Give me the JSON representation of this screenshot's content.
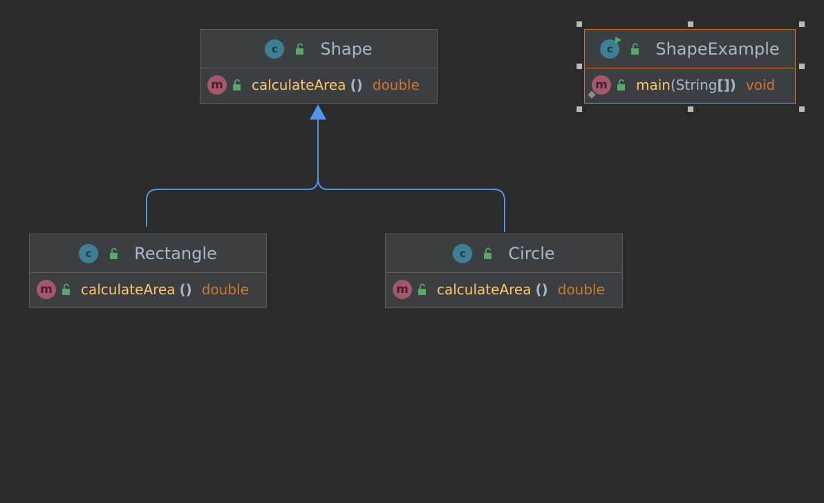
{
  "diagram": {
    "classes": [
      {
        "id": "shape",
        "name": "Shape",
        "icon": "class-icon",
        "methods": [
          {
            "name": "calculateArea",
            "params": "()",
            "return_type": "double"
          }
        ]
      },
      {
        "id": "shape-example",
        "name": "ShapeExample",
        "icon": "runnable-class-icon",
        "selected": true,
        "methods": [
          {
            "name": "main",
            "open": "(",
            "param_type": "String",
            "brackets": "[])",
            "return_type": "void"
          }
        ]
      },
      {
        "id": "rectangle",
        "name": "Rectangle",
        "icon": "class-icon",
        "methods": [
          {
            "name": "calculateArea",
            "params": "()",
            "return_type": "double"
          }
        ]
      },
      {
        "id": "circle",
        "name": "Circle",
        "icon": "class-icon",
        "methods": [
          {
            "name": "calculateArea",
            "params": "()",
            "return_type": "double"
          }
        ]
      }
    ],
    "relationships": [
      {
        "type": "inheritance",
        "from": "rectangle",
        "to": "shape"
      },
      {
        "type": "inheritance",
        "from": "circle",
        "to": "shape"
      }
    ],
    "icons": {
      "class_letter": "c",
      "method_letter": "m"
    },
    "colors": {
      "background": "#2b2b2b",
      "node_fill": "#3c3f41",
      "selection": "#c07a36",
      "edge": "#5394ec",
      "method_name": "#ffc66d",
      "return_type": "#cc7832",
      "text": "#a9b7c6"
    }
  }
}
